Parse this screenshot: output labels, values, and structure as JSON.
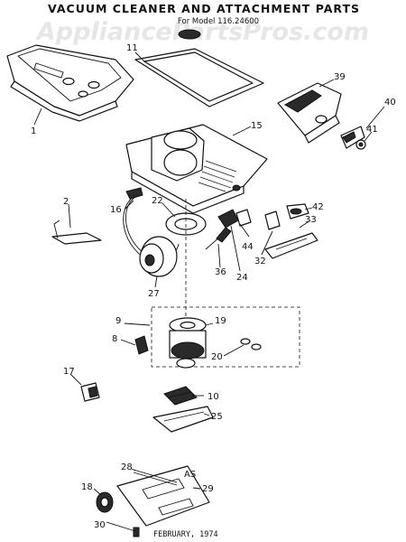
{
  "diagram": {
    "title": "VACUUM CLEANER AND ATTACHMENT PARTS",
    "subtitle": "For Model 116.24600",
    "watermark": "AppliancePartsPros.com",
    "footer": "FEBRUARY, 1974",
    "labels": {
      "p1": "1",
      "p2": "2",
      "p8": "8",
      "p9": "9",
      "p10": "10",
      "p11": "11",
      "p15": "15",
      "p16": "16",
      "p17": "17",
      "p18": "18",
      "p19": "19",
      "p20": "20",
      "p22": "22",
      "p24": "24",
      "p25": "25",
      "p27": "27",
      "p28": "28",
      "p29": "29",
      "p30": "30",
      "p32": "32",
      "p33": "33",
      "p36": "36",
      "p39": "39",
      "p40": "40",
      "p41": "41",
      "p42": "42",
      "p44": "44",
      "as": "AS"
    }
  }
}
